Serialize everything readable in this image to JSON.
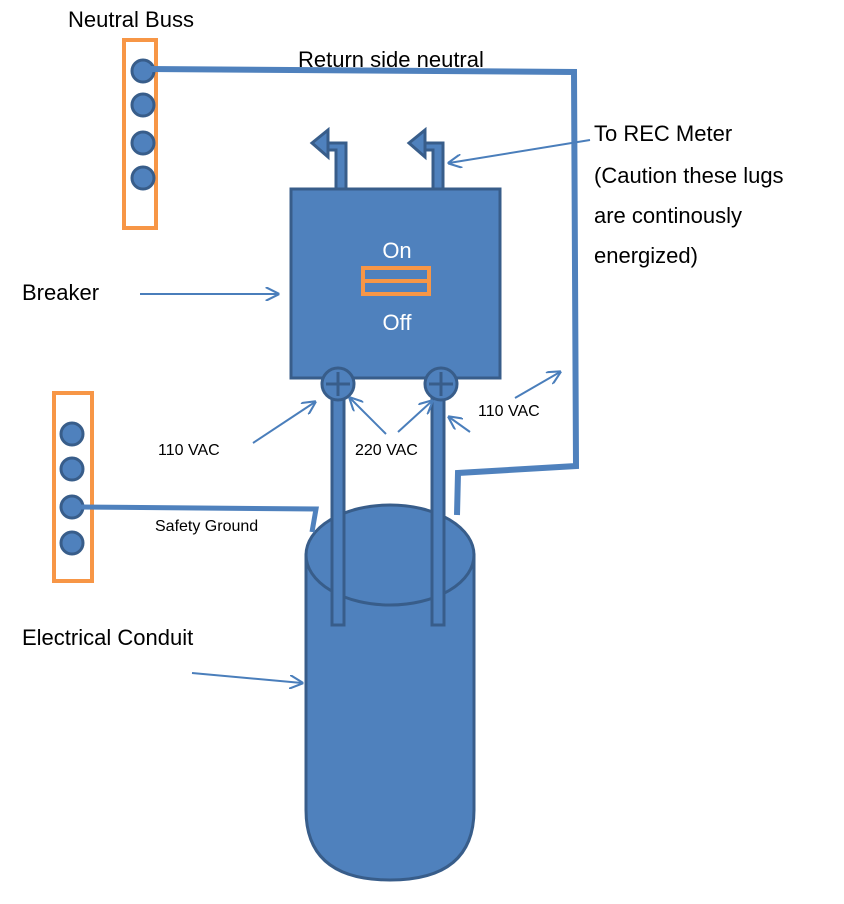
{
  "labels": {
    "neutral_buss": "Neutral Buss",
    "return_side_neutral": "Return side neutral",
    "rec_meter_line1": "To REC Meter",
    "rec_meter_line2": "(Caution these lugs",
    "rec_meter_line3": "are continously",
    "rec_meter_line4": "energized)",
    "breaker": "Breaker",
    "switch_on": "On",
    "switch_off": "Off",
    "vac_110_left": "110 VAC",
    "vac_220": "220 VAC",
    "vac_110_right": "110 VAC",
    "safety_ground": "Safety Ground",
    "electrical_conduit": "Electrical Conduit"
  },
  "colors": {
    "blue_fill": "#4F81BD",
    "blue_outline": "#385D8A",
    "orange": "#F79646",
    "arrow": "#4A7EBB",
    "background": "#FFFFFF"
  },
  "icons": {
    "terminal_lug": "plus-circle",
    "top_lug": "bent-arrow-up-left"
  }
}
